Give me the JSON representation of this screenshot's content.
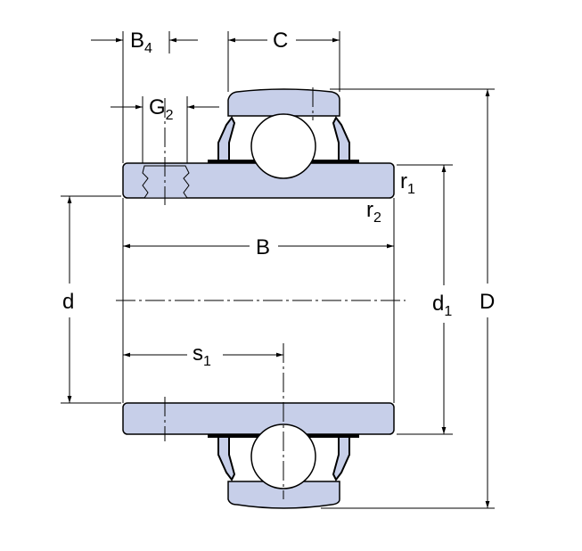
{
  "title": "Insert bearing dimension drawing",
  "colors": {
    "part_fill": "#c7cfe9",
    "line": "#000000"
  },
  "labels": {
    "B4": {
      "main": "B",
      "sub": "4"
    },
    "C": {
      "main": "C"
    },
    "G2": {
      "main": "G",
      "sub": "2"
    },
    "r1": {
      "main": "r",
      "sub": "1"
    },
    "r2": {
      "main": "r",
      "sub": "2"
    },
    "B": {
      "main": "B"
    },
    "d": {
      "main": "d"
    },
    "d1": {
      "main": "d",
      "sub": "1"
    },
    "D": {
      "main": "D"
    },
    "s1": {
      "main": "s",
      "sub": "1"
    }
  }
}
